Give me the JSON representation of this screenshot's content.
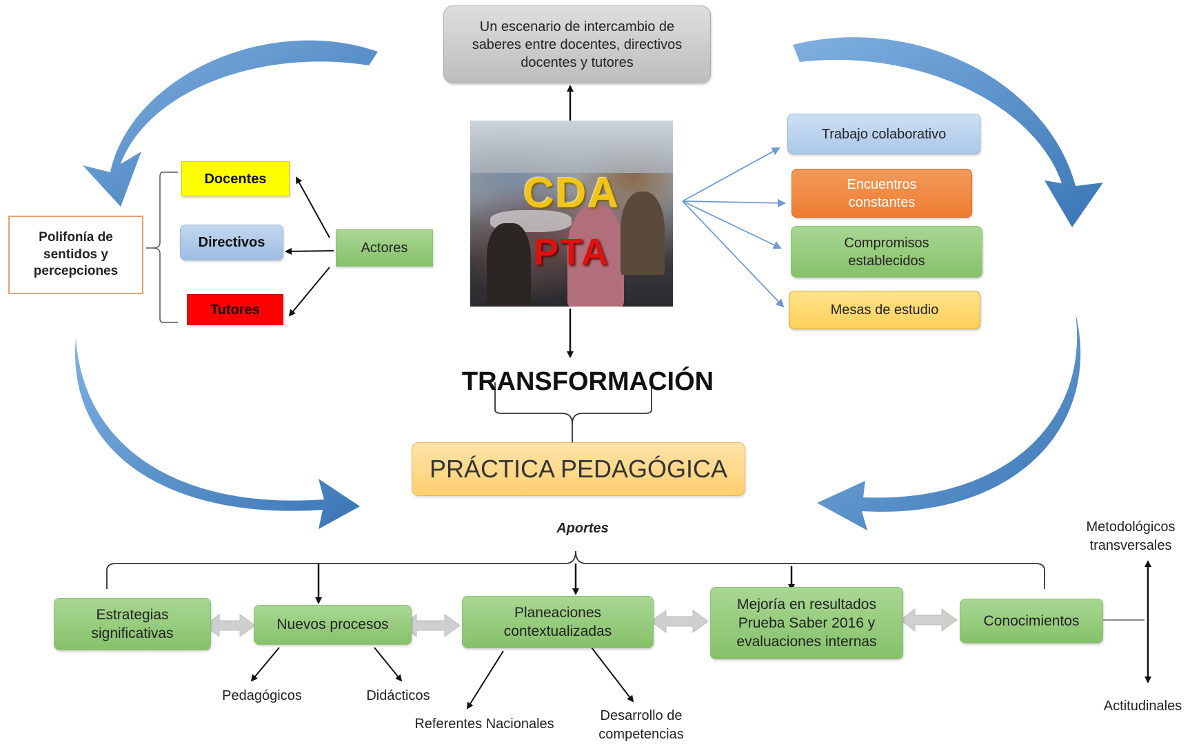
{
  "top_box": {
    "text": "Un escenario de intercambio de saberes entre docentes, directivos docentes y tutores"
  },
  "center_image": {
    "line1": "CDA",
    "line2": "PTA"
  },
  "transformation": "TRANSFORMACIÓN",
  "practice": "PRÁCTICA PEDAGÓGICA",
  "left": {
    "polyphony": "Polifonía de sentidos y percepciones",
    "actors_label": "Actores",
    "actors": [
      {
        "label": "Docentes",
        "color": "#ffff00"
      },
      {
        "label": "Directivos",
        "color": "#9dbde3"
      },
      {
        "label": "Tutores",
        "color": "#ff0000"
      }
    ]
  },
  "right": {
    "items": [
      {
        "label": "Trabajo colaborativo",
        "color": "#a9c8ea"
      },
      {
        "label": "Encuentros constantes",
        "color": "#ed7d31"
      },
      {
        "label": "Compromisos establecidos",
        "color": "#97cc7c"
      },
      {
        "label": "Mesas de estudio",
        "color": "#ffd966"
      }
    ]
  },
  "bottom": {
    "aportes": "Aportes",
    "boxes": {
      "estrategias": "Estrategias significativas",
      "nuevos": "Nuevos procesos",
      "planeaciones": "Planeaciones contextualizadas",
      "mejoria": "Mejoría en resultados Prueba Saber 2016 y evaluaciones internas",
      "conocimientos": "Conocimientos"
    },
    "labels": {
      "pedagogicos": "Pedagógicos",
      "didacticos": "Didácticos",
      "referentes": "Referentes Nacionales",
      "desarrollo": "Desarrollo de competencias",
      "metodologicos": "Metodológicos transversales",
      "actitudinales": "Actitudinales"
    }
  },
  "colors": {
    "cycle_arrow": "#4a86c6",
    "green": "#97cc7c",
    "orange_practice": "#ffd68a",
    "gray_top": "#cfcfcf"
  }
}
